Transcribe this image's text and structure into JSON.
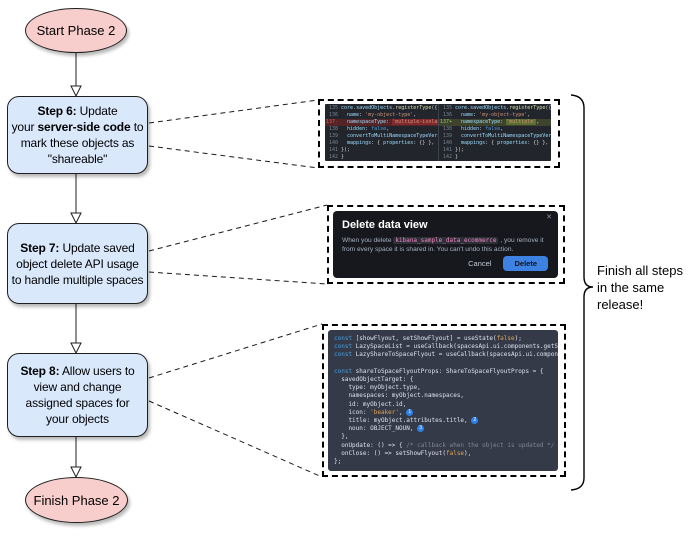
{
  "colors": {
    "node_pink": "#f8cecc",
    "node_blue": "#dae8fc",
    "diff_removed_bg": "#542426",
    "diff_added_bg": "#3d442b",
    "delete_button_blue": "#3d82e2",
    "code_badge_blue": "#2f80e7",
    "inline_code_pink": "#ee86c0"
  },
  "flowchart": {
    "start_label": "Start Phase 2",
    "finish_label": "Finish Phase 2",
    "step6_lines": [
      [
        [
          "b",
          "Step 6:"
        ],
        [
          "",
          " Update"
        ]
      ],
      [
        [
          "",
          "your "
        ],
        [
          "b",
          "server-side code"
        ],
        [
          "",
          " to"
        ]
      ],
      [
        [
          "",
          "mark these objects as"
        ]
      ],
      [
        [
          "",
          "\"shareable\""
        ]
      ]
    ],
    "step7_lines": [
      [
        [
          "b",
          "Step 7:"
        ],
        [
          "",
          " Update saved"
        ]
      ],
      [
        [
          "",
          "object delete API usage"
        ]
      ],
      [
        [
          "",
          "to handle multiple spaces"
        ]
      ]
    ],
    "step8_lines": [
      [
        [
          "b",
          "Step 8:"
        ],
        [
          "",
          " Allow users to"
        ]
      ],
      [
        [
          "",
          "view and change"
        ]
      ],
      [
        [
          "",
          "assigned spaces for"
        ]
      ],
      [
        [
          "",
          "your objects"
        ]
      ]
    ],
    "release_note": "Finish all steps\nin the same\nrelease!"
  },
  "diff_panel": {
    "left_lines": [
      [
        [
          "g",
          "135"
        ],
        [
          "v",
          "core"
        ],
        [
          "p",
          "."
        ],
        [
          "v",
          "savedObjects"
        ],
        [
          "p",
          "."
        ],
        [
          "f",
          "registerType"
        ],
        [
          "p",
          "({"
        ]
      ],
      [
        [
          "g",
          "136"
        ],
        [
          "p",
          "  "
        ],
        [
          "v",
          "name"
        ],
        [
          "p",
          ": "
        ],
        [
          "s",
          "'my-object-type'"
        ],
        [
          "p",
          ","
        ]
      ],
      {
        "c": "rem",
        "t": [
          [
            "g",
            "137-"
          ],
          [
            "p",
            "  "
          ],
          [
            "v",
            "namespaceType"
          ],
          [
            "p",
            ": "
          ],
          [
            "s hl-r",
            "'multiple-isolated'"
          ],
          [
            "p",
            ","
          ]
        ]
      },
      [
        [
          "g",
          "138"
        ],
        [
          "p",
          "  "
        ],
        [
          "v",
          "hidden"
        ],
        [
          "p",
          ": "
        ],
        [
          "k",
          "false"
        ],
        [
          "p",
          ","
        ]
      ],
      [
        [
          "g",
          "139"
        ],
        [
          "p",
          "  "
        ],
        [
          "v",
          "convertToMultiNamespaceTypeVersion"
        ],
        [
          "p",
          ": "
        ]
      ],
      [
        [
          "g",
          "140"
        ],
        [
          "p",
          "  "
        ],
        [
          "v",
          "mappings"
        ],
        [
          "p",
          ": { "
        ],
        [
          "v",
          "properties"
        ],
        [
          "p",
          ": {} },"
        ]
      ],
      [
        [
          "g",
          "141"
        ],
        [
          "p",
          "});"
        ]
      ],
      [
        [
          "g",
          "142"
        ],
        [
          "p",
          "}"
        ]
      ]
    ],
    "right_lines": [
      [
        [
          "g",
          "135"
        ],
        [
          "v",
          "core"
        ],
        [
          "p",
          "."
        ],
        [
          "v",
          "savedObjects"
        ],
        [
          "p",
          "."
        ],
        [
          "f",
          "registerType"
        ],
        [
          "p",
          "({"
        ]
      ],
      [
        [
          "g",
          "136"
        ],
        [
          "p",
          "  "
        ],
        [
          "v",
          "name"
        ],
        [
          "p",
          ": "
        ],
        [
          "s",
          "'my-object-type'"
        ],
        [
          "p",
          ","
        ]
      ],
      {
        "c": "add",
        "t": [
          [
            "g",
            "137+"
          ],
          [
            "p",
            "  "
          ],
          [
            "v",
            "namespaceType"
          ],
          [
            "p",
            ": "
          ],
          [
            "s hl-g",
            "'multiple'"
          ],
          [
            "p",
            ","
          ]
        ]
      },
      [
        [
          "g",
          "138"
        ],
        [
          "p",
          "  "
        ],
        [
          "v",
          "hidden"
        ],
        [
          "p",
          ": "
        ],
        [
          "k",
          "false"
        ],
        [
          "p",
          ","
        ]
      ],
      [
        [
          "g",
          "139"
        ],
        [
          "p",
          "  "
        ],
        [
          "v",
          "convertToMultiNamespaceTypeVersion"
        ],
        [
          "p",
          ": "
        ]
      ],
      [
        [
          "g",
          "140"
        ],
        [
          "p",
          "  "
        ],
        [
          "v",
          "mappings"
        ],
        [
          "p",
          ": { "
        ],
        [
          "v",
          "properties"
        ],
        [
          "p",
          ": {} },"
        ]
      ],
      [
        [
          "g",
          "141"
        ],
        [
          "p",
          "});"
        ]
      ],
      [
        [
          "g",
          "142"
        ],
        [
          "p",
          "}"
        ]
      ]
    ]
  },
  "dialog": {
    "title": "Delete data view",
    "close_icon": "✕",
    "body_lines": [
      [
        [
          "",
          "When you delete "
        ],
        [
          "cd",
          "kibana_sample_data_ecommerce"
        ],
        [
          "",
          " , you remove it from every space it is shared in. You can't undo this action."
        ]
      ]
    ],
    "cancel_label": "Cancel",
    "delete_label": "Delete"
  },
  "code_panel": {
    "lines": [
      [
        [
          "k",
          "const"
        ],
        [
          "",
          " [showFlyout, setShowFlyout] = useState("
        ],
        [
          "s",
          "false"
        ],
        [
          "",
          ");"
        ]
      ],
      [
        [
          "k",
          "const"
        ],
        [
          "",
          " LazySpaceList = useCallback(spacesApi.ui.components.getSpaceList"
        ]
      ],
      [
        [
          "k",
          "const"
        ],
        [
          "",
          " LazyShareToSpaceFlyout = useCallback(spacesApi.ui.components.getS"
        ]
      ],
      [
        [
          "",
          " "
        ]
      ],
      [
        [
          "k",
          "const"
        ],
        [
          "",
          " shareToSpaceFlyoutProps: ShareToSpaceFlyoutProps = {"
        ]
      ],
      [
        [
          "",
          "  savedObjectTarget: {"
        ]
      ],
      [
        [
          "",
          "    type: myObject.type,"
        ]
      ],
      [
        [
          "",
          "    namespaces: myObject.namespaces,"
        ]
      ],
      [
        [
          "",
          "    id: myObject.id,"
        ]
      ],
      [
        [
          "",
          "    icon: "
        ],
        [
          "s",
          "'beaker'"
        ],
        [
          "",
          ", "
        ],
        [
          "badge",
          "1"
        ]
      ],
      [
        [
          "",
          "    title: myObject.attributes.title, "
        ],
        [
          "badge",
          "2"
        ]
      ],
      [
        [
          "",
          "    noun: OBJECT_NOUN, "
        ],
        [
          "badge",
          "3"
        ]
      ],
      [
        [
          "",
          "  },"
        ]
      ],
      [
        [
          "",
          "  onUpdate: () => { "
        ],
        [
          "cm",
          "/* callback when the object is updated */"
        ],
        [
          "",
          " },"
        ]
      ],
      [
        [
          "",
          "  onClose: () => setShowFlyout("
        ],
        [
          "s",
          "false"
        ],
        [
          "",
          "),"
        ]
      ],
      [
        [
          "",
          "};"
        ]
      ]
    ]
  }
}
